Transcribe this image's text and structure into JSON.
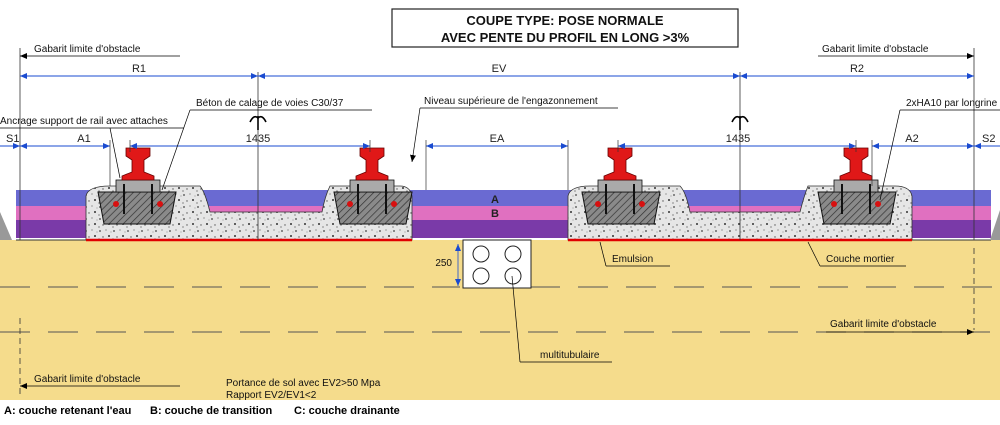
{
  "title": {
    "line1": "COUPE TYPE: POSE NORMALE",
    "line2": "AVEC PENTE DU PROFIL EN LONG  >3%"
  },
  "dimensions": {
    "r1": "R1",
    "ev": "EV",
    "r2": "R2",
    "s1": "S1",
    "a1": "A1",
    "gauge_left": "1435",
    "ea": "EA",
    "gauge_right": "1435",
    "a2": "A2",
    "s2": "S2",
    "depth_250": "250"
  },
  "labels": {
    "gabarit_top_left": "Gabarit  limite  d'obstacle",
    "gabarit_top_right": "Gabarit  limite  d'obstacle",
    "gabarit_mid_right": "Gabarit  limite  d'obstacle",
    "gabarit_bottom_left": "Gabarit  limite  d'obstacle",
    "ancrage": "Ancrage support de rail avec attaches",
    "beton": "Béton de calage de voies C30/37",
    "niveau": "Niveau supérieure de l'engazonnement",
    "armature": "2xHA10 par longrine",
    "layer_a": "A",
    "layer_b": "B",
    "emulsion": "Emulsion",
    "couche_mortier": "Couche mortier",
    "multitubulaire": "multitubulaire",
    "portance_line1": "Portance de sol avec EV2>50 Mpa",
    "portance_line2": "Rapport  EV2/EV1<2"
  },
  "legend": {
    "a": "A: couche retenant l'eau",
    "b": "B: couche de transition",
    "c": "C: couche drainante"
  },
  "colors": {
    "ground": "#f5dc8c",
    "layer_blue": "#6a6ad2",
    "layer_pink": "#e070c0",
    "layer_purple": "#7a3aa8",
    "concrete": "#dcdcdc",
    "rail": "#e01818",
    "bolt": "#d81010",
    "emulsion_line": "#e00000"
  }
}
